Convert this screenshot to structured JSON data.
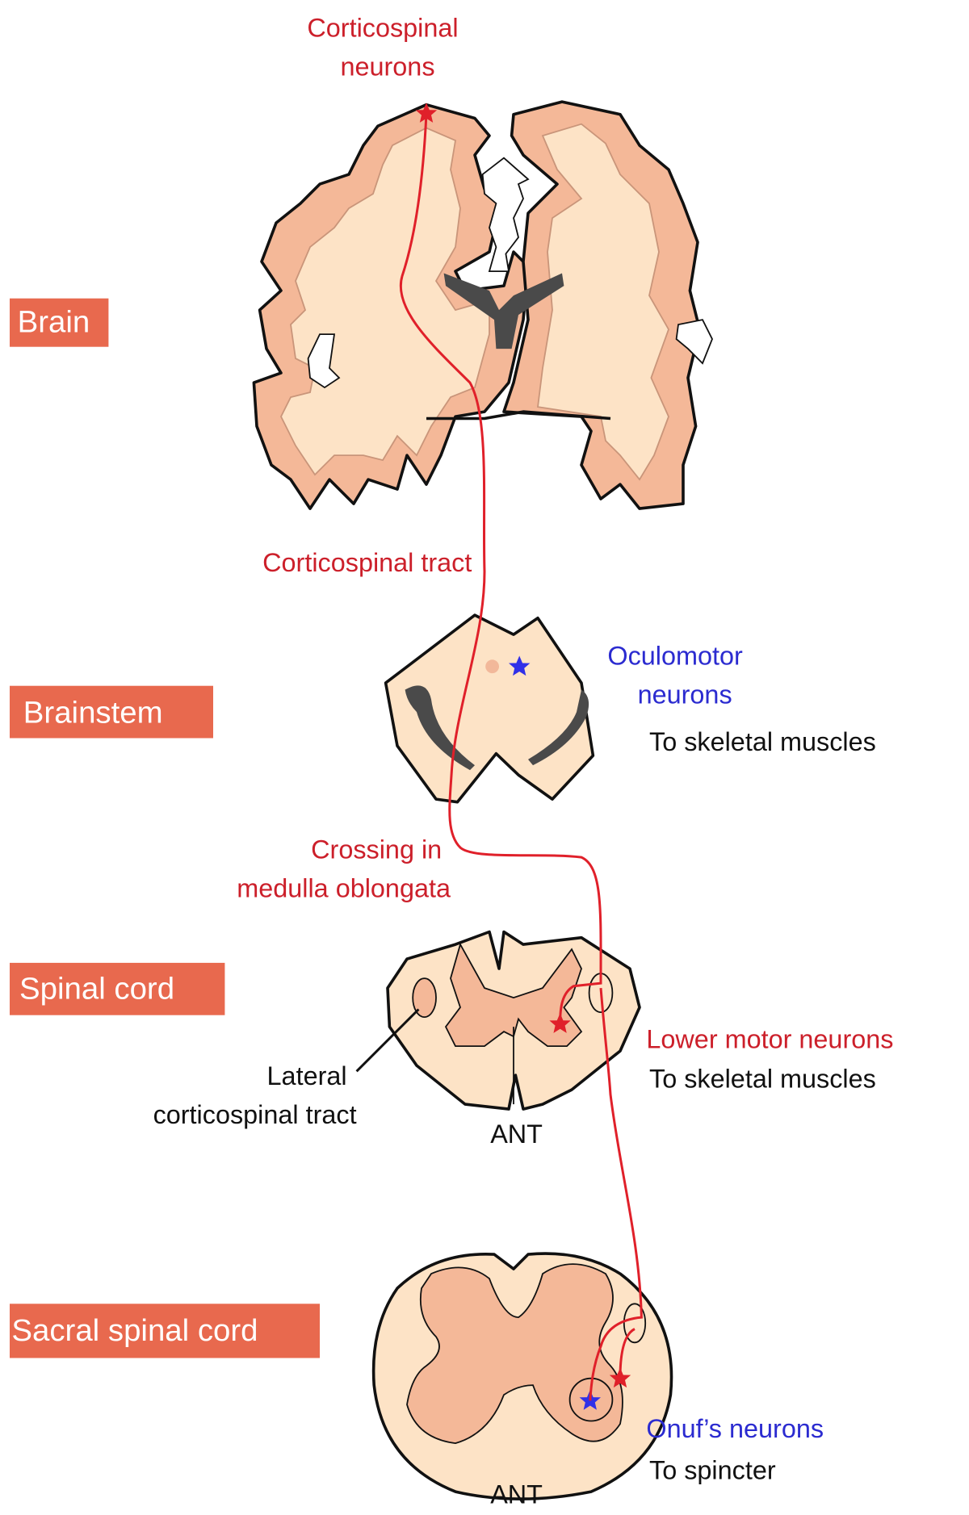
{
  "colors": {
    "region_box": "#e8694e",
    "tract_red": "#e0202a",
    "label_red": "#cc1f2a",
    "label_blue": "#2b2bd0",
    "cortex": "#f4b898",
    "white_matter": "#fde3c6",
    "ventricle": "#4a4a4a"
  },
  "regions": {
    "brain": "Brain",
    "brainstem": "Brainstem",
    "spinal_cord": "Spinal cord",
    "sacral_spinal_cord": "Sacral spinal cord"
  },
  "labels": {
    "corticospinal_neurons_1": "Corticospinal",
    "corticospinal_neurons_2": "neurons",
    "corticospinal_tract": "Corticospinal tract",
    "oculomotor_1": "Oculomotor",
    "oculomotor_2": "neurons",
    "brainstem_target": "To skeletal muscles",
    "crossing_1": "Crossing in",
    "crossing_2": "medulla oblongata",
    "lateral_1": "Lateral",
    "lateral_2": "corticospinal tract",
    "ant_spinal": "ANT",
    "lower_motor": "Lower motor neurons",
    "spinal_target": "To skeletal muscles",
    "onuf": "Onuf’s neurons",
    "sacral_target": "To spincter",
    "ant_sacral": "ANT"
  },
  "icons": {
    "upper_motor_neuron": "red-star",
    "oculomotor_neuron": "blue-star",
    "lower_motor_neuron": "red-star",
    "onuf_neuron": "blue-star"
  }
}
